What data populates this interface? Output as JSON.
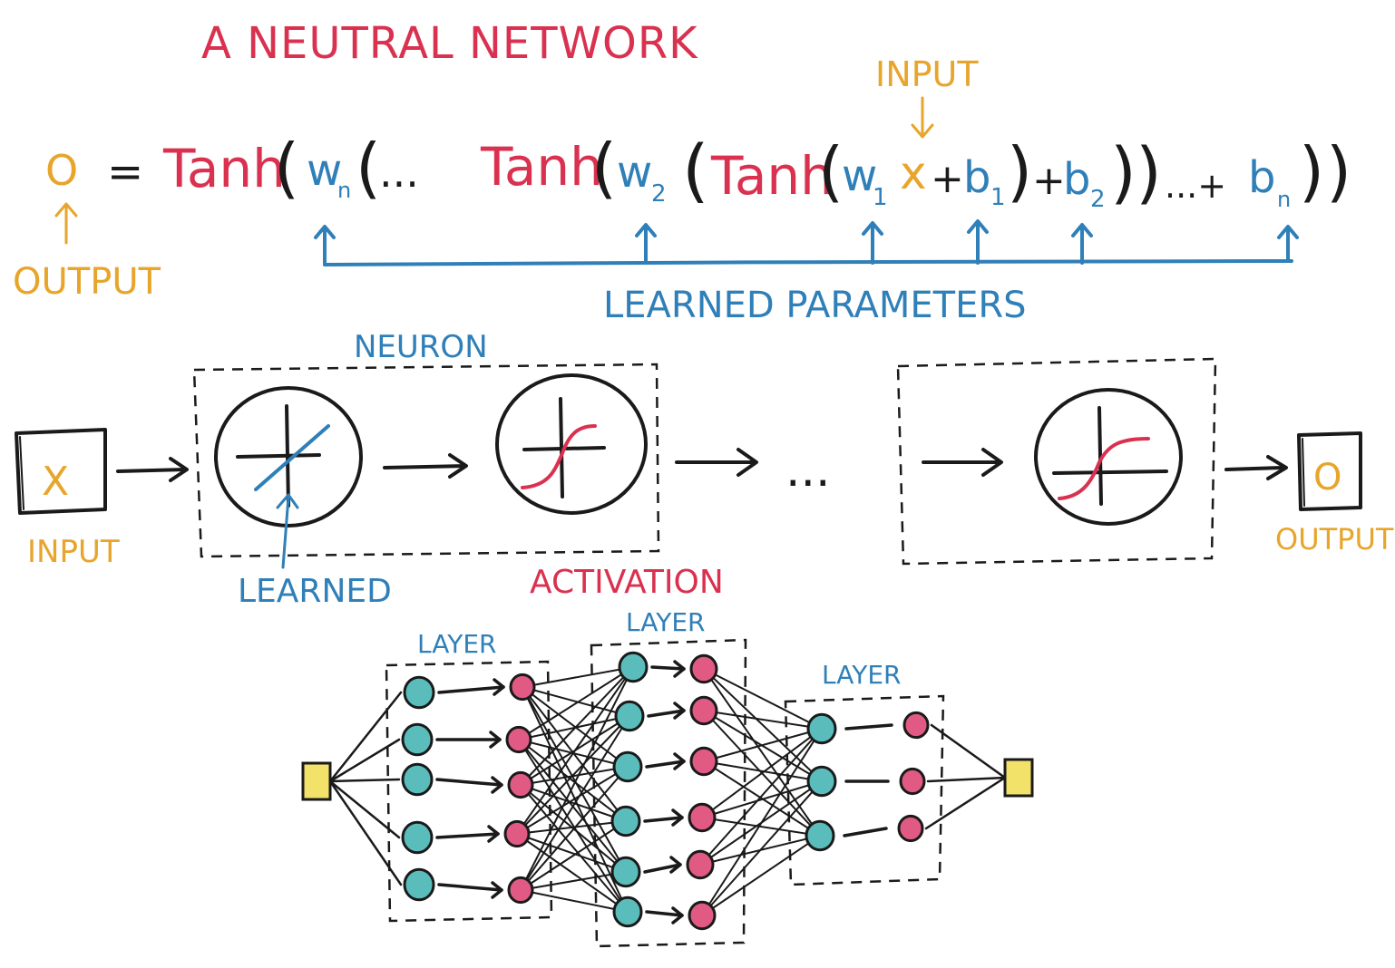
{
  "title": "A NEUTRAL NETWORK",
  "colors": {
    "red": "#d9314f",
    "blue": "#2f7fb8",
    "orange": "#e7a52c",
    "ink": "#1a1a1a",
    "node_teal": "#5bbcbc",
    "node_pink": "#e05a84",
    "io_yellow": "#f3e26a"
  },
  "equation": {
    "output_symbol": "O",
    "equals": "=",
    "tanh": "Tanh",
    "open_paren": "(",
    "close_paren": ")",
    "w_n": "w",
    "w_2": "w",
    "w_1": "w",
    "b_1": "b",
    "b_2": "b",
    "b_n": "b",
    "sub_n": "n",
    "sub_1": "1",
    "sub_2": "2",
    "x": "x",
    "plus": "+",
    "dots": "...",
    "dots_plus": "...+",
    "input_label": "INPUT",
    "output_label": "OUTPUT",
    "learned_parameters_label": "LEARNED PARAMETERS"
  },
  "pipeline": {
    "input_symbol": "X",
    "input_label": "INPUT",
    "neuron_label": "NEURON",
    "learned_label": "LEARNED",
    "activation_label": "ACTIVATION",
    "ellipsis": "...",
    "output_symbol": "O",
    "output_label": "OUTPUT"
  },
  "network": {
    "layer_labels": [
      "LAYER",
      "LAYER",
      "LAYER"
    ]
  }
}
